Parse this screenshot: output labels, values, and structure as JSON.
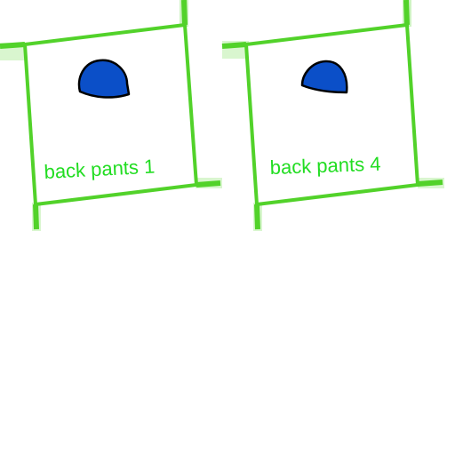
{
  "colors": {
    "background": "#ffffff",
    "outline": "#52d22a",
    "outline_fade": "#b9eea8",
    "label": "#22dd22",
    "shape_fill": "#0b4fc8",
    "shape_stroke": "#000000"
  },
  "patches": [
    {
      "label": "back pants 1",
      "shape_icon": "blue-half-circle"
    },
    {
      "label": "back pants 4",
      "shape_icon": "blue-half-circle"
    }
  ]
}
